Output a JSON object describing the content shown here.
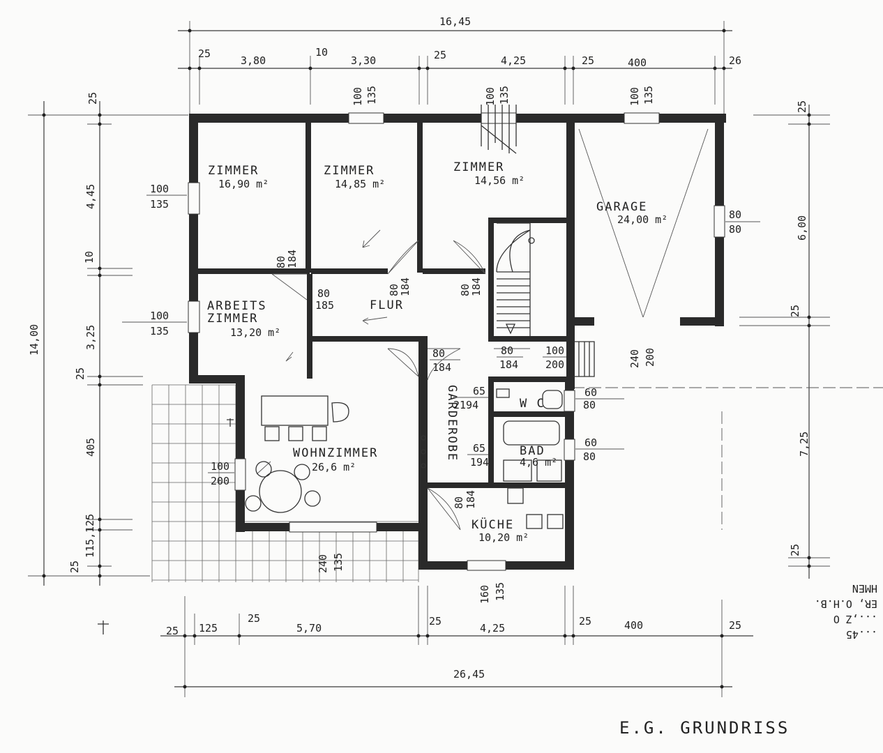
{
  "title": "E.G. GRUNDRISS",
  "rooms": {
    "zimmer1": {
      "name": "ZIMMER",
      "area": "16,90 m²"
    },
    "zimmer2": {
      "name": "ZIMMER",
      "area": "14,85 m²"
    },
    "zimmer3": {
      "name": "ZIMMER",
      "area": "14,56 m²"
    },
    "garage": {
      "name": "GARAGE",
      "area": "24,00 m²"
    },
    "arbeitszimmer": {
      "name1": "ARBEITS",
      "name2": "ZIMMER",
      "area": "13,20 m²"
    },
    "flur": {
      "name": "FLUR"
    },
    "wohnzimmer": {
      "name": "WOHNZIMMER",
      "area": "26,6 m²"
    },
    "wc": {
      "name": "W C"
    },
    "bad": {
      "name": "BAD",
      "area": "4,6 m²"
    },
    "kueche": {
      "name": "KÜCHE",
      "area": "10,20 m²"
    },
    "garderobe": {
      "name": "GARDEROBE"
    }
  },
  "dims_top": {
    "total": "16,45",
    "seg1": "25",
    "seg2": "3,80",
    "seg3": "10",
    "seg4": "3,30",
    "seg5": "25",
    "seg6": "4,25",
    "seg7": "25",
    "seg8": "400",
    "seg9": "26"
  },
  "dims_bottom": {
    "total": "26,45",
    "seg1": "25",
    "seg2": "125",
    "seg3": "25",
    "seg4": "5,70",
    "seg5": "25",
    "seg6": "4,25",
    "seg7": "25",
    "seg8": "400",
    "seg9": "25"
  },
  "dims_left": {
    "total": "14,00",
    "seg1": "25",
    "seg2": "4,45",
    "seg3": "10",
    "seg4": "3,25",
    "seg5": "25",
    "seg6": "405",
    "seg7": "115,125",
    "seg8": "25"
  },
  "dims_right": {
    "seg1": "25",
    "seg2": "6,00",
    "seg3": "25",
    "seg4": "7,25",
    "seg5": "25"
  },
  "openings": {
    "win_z1_left": [
      "100",
      "135"
    ],
    "win_arb_left": [
      "100",
      "135"
    ],
    "win_z2_top": [
      "100",
      "135"
    ],
    "win_z3_top": [
      "100",
      "135"
    ],
    "win_gar_top": [
      "100",
      "135"
    ],
    "win_gar_right": [
      "80",
      "80"
    ],
    "door_z1": [
      "80",
      "184"
    ],
    "door_z2": [
      "80",
      "184"
    ],
    "door_z3": [
      "80",
      "184"
    ],
    "door_arb": [
      "80",
      "185"
    ],
    "door_wohn": [
      "80",
      "184"
    ],
    "door_stair": [
      "80",
      "184"
    ],
    "door_wc": [
      "65",
      "2194"
    ],
    "door_bad": [
      "65",
      "194"
    ],
    "door_kueche": [
      "80",
      "184"
    ],
    "garage_door": [
      "240",
      "200"
    ],
    "door_wc2": [
      "100",
      "200"
    ],
    "win_wc_right": [
      "60",
      "80"
    ],
    "win_bad_right": [
      "60",
      "80"
    ],
    "win_wohn_left": [
      "100",
      "200"
    ],
    "door_terrace": [
      "240",
      "135"
    ],
    "win_kueche_bottom": [
      "160",
      "135"
    ]
  },
  "margin_text": [
    "...45",
    "...,Z O",
    "ER, O.H.B.",
    "HMEN"
  ]
}
